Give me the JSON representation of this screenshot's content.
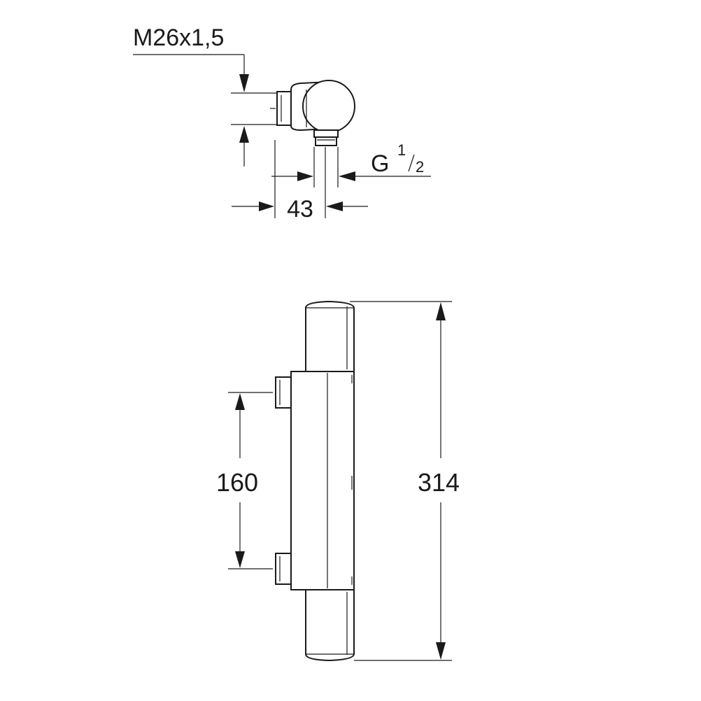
{
  "top_view": {
    "thread_label": "M26x1,5",
    "connection_label_main": "G",
    "connection_label_num": "1",
    "connection_label_den": "2",
    "offset_dimension": "43"
  },
  "front_view": {
    "inlet_spacing": "160",
    "overall_height": "314"
  },
  "line_color": "#1a1a1a"
}
